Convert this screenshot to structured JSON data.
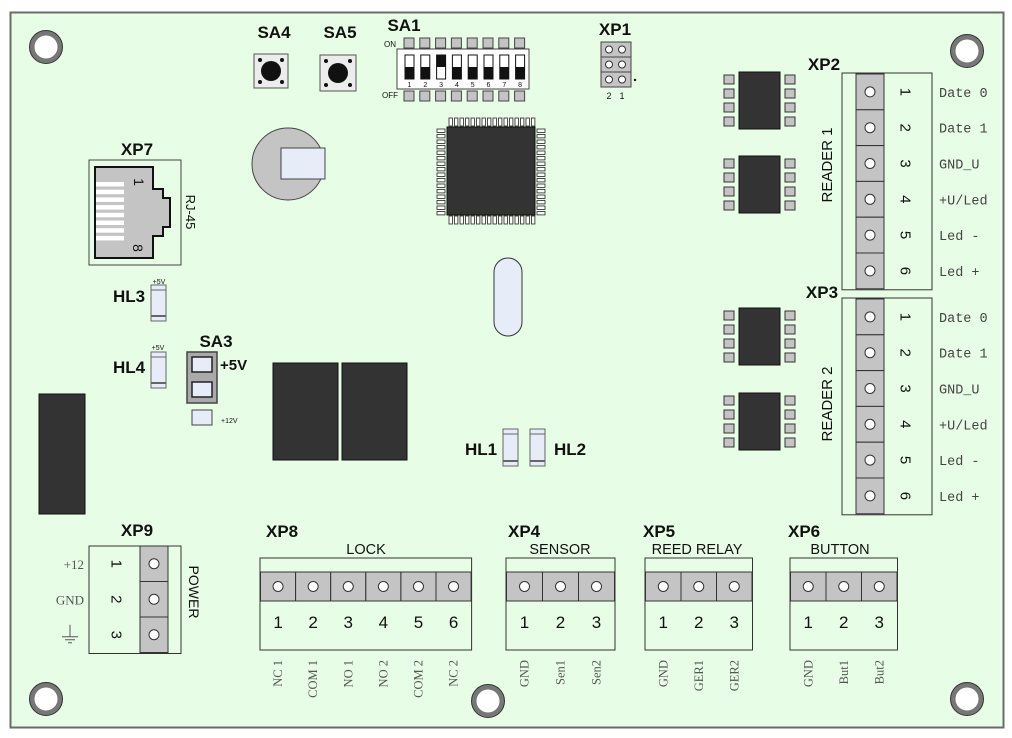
{
  "colors": {
    "board": "#e8fde6",
    "board_border": "#6b6b6b",
    "chip": "#333333",
    "pad": "#c4c4c4",
    "light_part": "#e6ecf8",
    "hole_ring": "#777777"
  },
  "buttons": {
    "sa4": "SA4",
    "sa5": "SA5"
  },
  "sa1": {
    "label": "SA1",
    "on_label": "ON",
    "off_label": "OFF",
    "switches": [
      {
        "num": "1",
        "state": "off"
      },
      {
        "num": "2",
        "state": "off"
      },
      {
        "num": "3",
        "state": "on"
      },
      {
        "num": "4",
        "state": "off"
      },
      {
        "num": "5",
        "state": "off"
      },
      {
        "num": "6",
        "state": "off"
      },
      {
        "num": "7",
        "state": "off"
      },
      {
        "num": "8",
        "state": "off"
      }
    ]
  },
  "xp1": {
    "label": "XP1",
    "pin_labels": [
      "2",
      "1"
    ]
  },
  "xp7": {
    "label": "XP7",
    "connector": "RJ-45",
    "pin_first": "1",
    "pin_last": "8"
  },
  "leds": {
    "hl3": {
      "label": "HL3",
      "note": "+5V"
    },
    "hl4": {
      "label": "HL4",
      "note": "+5V"
    },
    "hl1": {
      "label": "HL1"
    },
    "hl2": {
      "label": "HL2"
    }
  },
  "sa3": {
    "label": "SA3",
    "pos_5v": "+5V",
    "pos_12v": "+12V"
  },
  "xp2": {
    "label": "XP2",
    "group": "READER 1",
    "pins": [
      {
        "num": "1",
        "signal": "Date 0"
      },
      {
        "num": "2",
        "signal": "Date 1"
      },
      {
        "num": "3",
        "signal": "GND_U"
      },
      {
        "num": "4",
        "signal": "+U/Led"
      },
      {
        "num": "5",
        "signal": "Led -"
      },
      {
        "num": "6",
        "signal": "Led +"
      }
    ]
  },
  "xp3": {
    "label": "XP3",
    "group": "READER 2",
    "pins": [
      {
        "num": "1",
        "signal": "Date 0"
      },
      {
        "num": "2",
        "signal": "Date 1"
      },
      {
        "num": "3",
        "signal": "GND_U"
      },
      {
        "num": "4",
        "signal": "+U/Led"
      },
      {
        "num": "5",
        "signal": "Led -"
      },
      {
        "num": "6",
        "signal": "Led +"
      }
    ]
  },
  "xp9": {
    "label": "XP9",
    "group": "POWER",
    "pins": [
      {
        "num": "1",
        "signal": "+12"
      },
      {
        "num": "2",
        "signal": "GND"
      },
      {
        "num": "3",
        "signal": "ground-symbol"
      }
    ]
  },
  "xp8": {
    "label": "XP8",
    "group": "LOCK",
    "pins": [
      {
        "num": "1",
        "signal": "NC 1"
      },
      {
        "num": "2",
        "signal": "COM 1"
      },
      {
        "num": "3",
        "signal": "NO 1"
      },
      {
        "num": "4",
        "signal": "NO 2"
      },
      {
        "num": "5",
        "signal": "COM 2"
      },
      {
        "num": "6",
        "signal": "NC 2"
      }
    ]
  },
  "xp4": {
    "label": "XP4",
    "group": "SENSOR",
    "pins": [
      {
        "num": "1",
        "signal": "GND"
      },
      {
        "num": "2",
        "signal": "Sen1"
      },
      {
        "num": "3",
        "signal": "Sen2"
      }
    ]
  },
  "xp5": {
    "label": "XP5",
    "group": "REED RELAY",
    "pins": [
      {
        "num": "1",
        "signal": "GND"
      },
      {
        "num": "2",
        "signal": "GER1"
      },
      {
        "num": "3",
        "signal": "GER2"
      }
    ]
  },
  "xp6": {
    "label": "XP6",
    "group": "BUTTON",
    "pins": [
      {
        "num": "1",
        "signal": "GND"
      },
      {
        "num": "2",
        "signal": "But1"
      },
      {
        "num": "3",
        "signal": "But2"
      }
    ]
  }
}
